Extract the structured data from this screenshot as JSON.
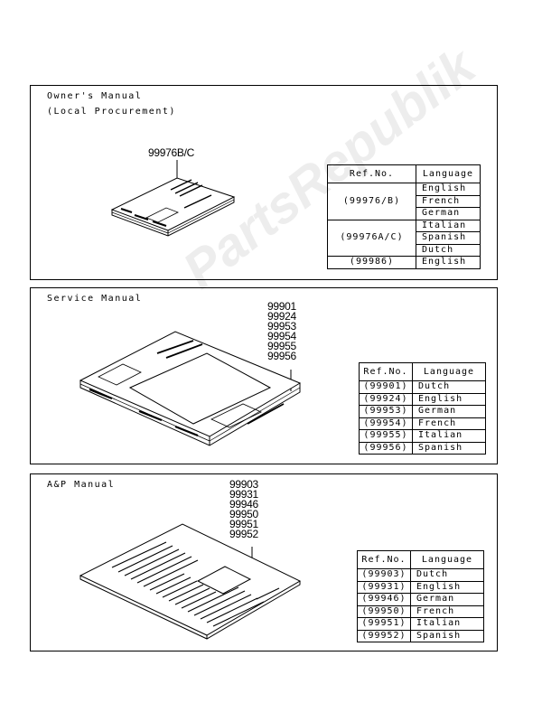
{
  "watermark": "PartsRepublik",
  "owners": {
    "title_line1": "Owner's Manual",
    "title_line2": "(Local Procurement)",
    "callout": "99976B/C",
    "table": {
      "header": [
        "Ref.No.",
        "Language"
      ],
      "groups": [
        {
          "ref": "(99976/B)",
          "languages": [
            "English",
            "French",
            "German"
          ]
        },
        {
          "ref": "(99976A/C)",
          "languages": [
            "Italian",
            "Spanish",
            "Dutch"
          ]
        },
        {
          "ref": "(99986)",
          "languages": [
            "English"
          ]
        }
      ]
    }
  },
  "service": {
    "title": "Service Manual",
    "callouts": [
      "99901",
      "99924",
      "99953",
      "99954",
      "99955",
      "99956"
    ],
    "table": {
      "header": [
        "Ref.No.",
        "Language"
      ],
      "rows": [
        [
          "(99901)",
          "Dutch"
        ],
        [
          "(99924)",
          "English"
        ],
        [
          "(99953)",
          "German"
        ],
        [
          "(99954)",
          "French"
        ],
        [
          "(99955)",
          "Italian"
        ],
        [
          "(99956)",
          "Spanish"
        ]
      ]
    }
  },
  "ap": {
    "title": "A&P Manual",
    "callouts": [
      "99903",
      "99931",
      "99946",
      "99950",
      "99951",
      "99952"
    ],
    "table": {
      "header": [
        "Ref.No.",
        "Language"
      ],
      "rows": [
        [
          "(99903)",
          "Dutch"
        ],
        [
          "(99931)",
          "English"
        ],
        [
          "(99946)",
          "German"
        ],
        [
          "(99950)",
          "French"
        ],
        [
          "(99951)",
          "Italian"
        ],
        [
          "(99952)",
          "Spanish"
        ]
      ]
    }
  }
}
